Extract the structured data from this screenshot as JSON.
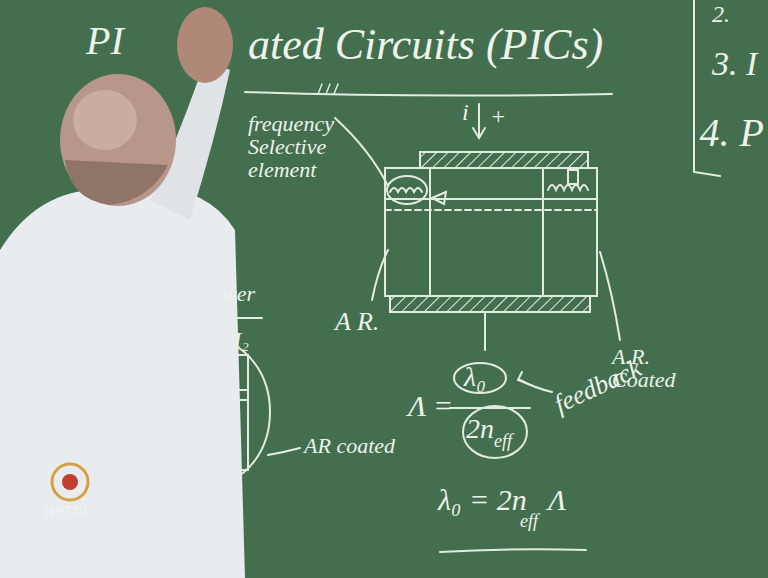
{
  "diagram": {
    "title": "ated Circuits (PICs)",
    "labels": [
      "PI",
      "2.",
      "3. I",
      "4. P",
      "frequency Selective element",
      "i",
      "+",
      "A R.",
      "A.R. Coated",
      "Λ =",
      "λ₀",
      "2n",
      "eff",
      "feedback",
      "λ₀ = 2n",
      "eff",
      "Λ",
      "wer",
      "I₂",
      "AR coated",
      "NPTEL"
    ]
  }
}
